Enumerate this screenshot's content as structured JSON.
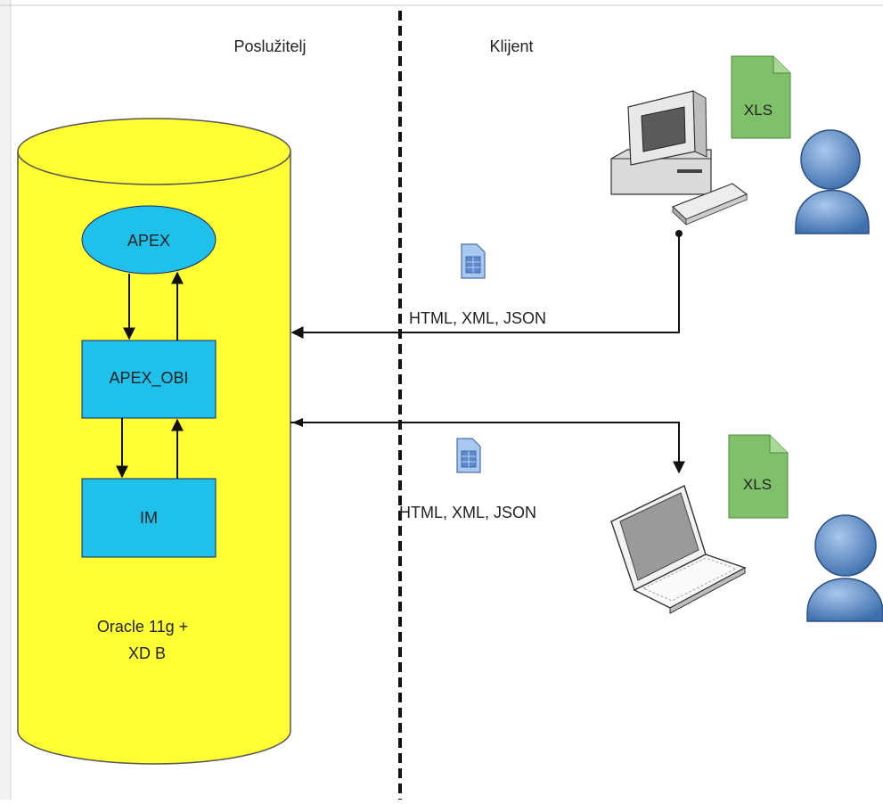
{
  "server_label": "Poslužitelj",
  "client_label": "Klijent",
  "database": {
    "line1": "Oracle 11g +",
    "line2": "XD B",
    "color": "#FFFF33"
  },
  "components": {
    "apex": "APEX",
    "apex_obi": "APEX_OBI",
    "im": "IM",
    "color": "#1FC0EA"
  },
  "connections": {
    "top": "HTML, XML, JSON",
    "bottom": "HTML, XML, JSON"
  },
  "files": {
    "top": "XLS",
    "bottom": "XLS",
    "color": "#7FC06A"
  },
  "icons": {
    "desktop": "desktop-computer-icon",
    "laptop": "laptop-icon",
    "user": "user-icon",
    "document": "document-icon"
  }
}
